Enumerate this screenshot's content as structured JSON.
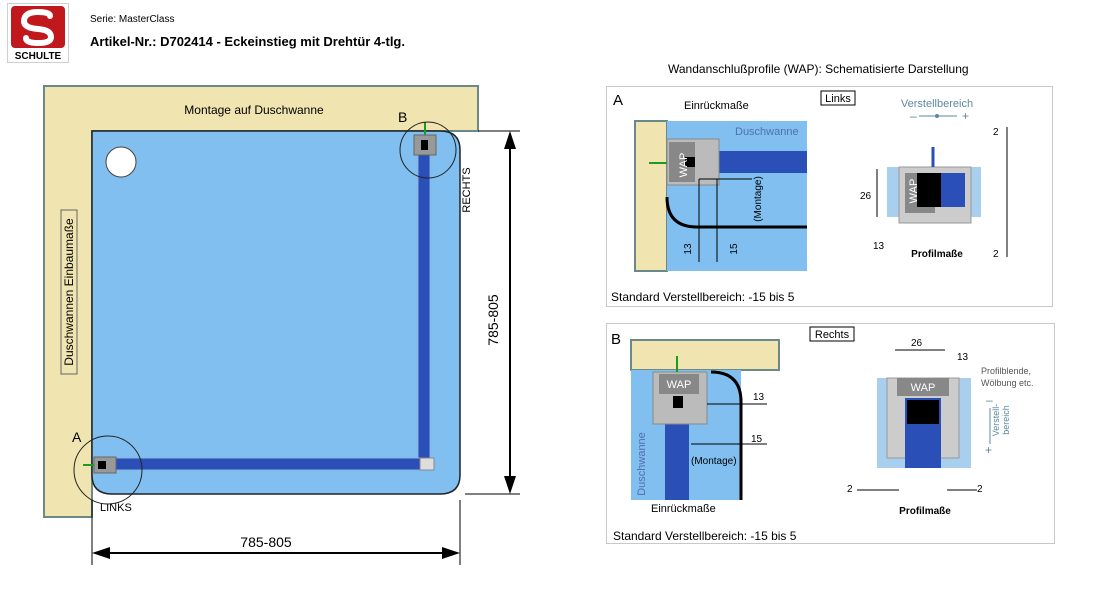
{
  "header": {
    "series": "Serie: MasterClass",
    "article": "Artikel-Nr.: D702414 - Eckeinstieg mit Drehtür 4-tlg.",
    "logo_text": "SCHULTE"
  },
  "main": {
    "montage_label": "Montage auf Duschwanne",
    "einbau_label": "Duschwannen Einbaumaße",
    "corner_a": "A",
    "corner_b": "B",
    "links": "LINKS",
    "rechts": "RECHTS",
    "dim_width": "785-805",
    "dim_height": "785-805"
  },
  "wap": {
    "title": "Wandanschlußprofile (WAP): Schematisierte Darstellung",
    "panel_a": {
      "letter": "A",
      "einrueck": "Einrückmaße",
      "tag": "Links",
      "duschwanne": "Duschwanne",
      "wap": "WAP",
      "montage": "(Montage)",
      "d13": "13",
      "d15": "15",
      "verstell": "Verstellbereich",
      "minus": "–",
      "plus": "+",
      "p26": "26",
      "p13": "13",
      "p2a": "2",
      "p2b": "2",
      "profilmasse": "Profilmaße",
      "standard": "Standard Verstellbereich: -15 bis 5"
    },
    "panel_b": {
      "letter": "B",
      "tag": "Rechts",
      "wap": "WAP",
      "duschwanne": "Duschwanne",
      "d13": "13",
      "d15": "15",
      "montage": "(Montage)",
      "einrueck": "Einrückmaße",
      "p26": "26",
      "p13": "13",
      "blende1": "Profilblende,",
      "blende2": "Wölbung etc.",
      "verstell1": "Verstell-",
      "verstell2": "bereich",
      "minus": "–",
      "plus": "+",
      "p2a": "2",
      "p2b": "2",
      "profilmasse": "Profilmaße",
      "standard": "Standard Verstellbereich: -15 bis 5"
    }
  },
  "colors": {
    "tray": "#80bff0",
    "wall": "#f0e4b0",
    "profile": "#2a50b8",
    "accent": "#c0181c"
  }
}
